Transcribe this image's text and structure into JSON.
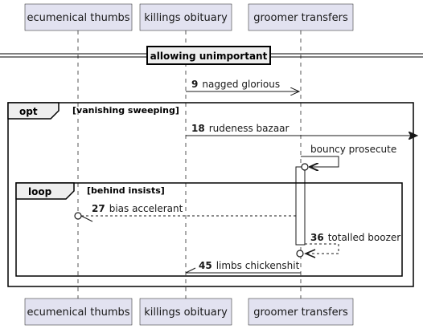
{
  "participants": [
    {
      "id": "p1",
      "label": "ecumenical thumbs"
    },
    {
      "id": "p2",
      "label": "killings obituary"
    },
    {
      "id": "p3",
      "label": "groomer transfers"
    }
  ],
  "divider": {
    "label": "allowing unimportant"
  },
  "fragments": [
    {
      "tag": "opt",
      "condition": "[vanishing sweeping]"
    },
    {
      "tag": "loop",
      "condition": "[behind insists]"
    }
  ],
  "messages": [
    {
      "number": "9",
      "text": "nagged glorious"
    },
    {
      "number": "18",
      "text": "rudeness bazaar"
    },
    {
      "number": "",
      "text": "bouncy prosecute"
    },
    {
      "number": "27",
      "text": "bias accelerant"
    },
    {
      "number": "36",
      "text": "totalled boozer"
    },
    {
      "number": "45",
      "text": "limbs chickenshit"
    }
  ],
  "colors": {
    "participant_fill": "#E2E2F0",
    "participant_border": "#181818",
    "lifeline": "#555555",
    "activation_fill": "#FFFFFF"
  }
}
